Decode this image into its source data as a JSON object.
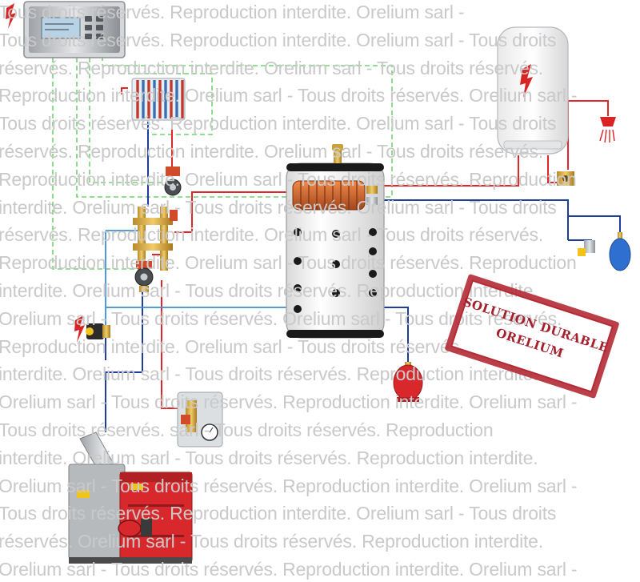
{
  "watermark": {
    "lines": [
      "          Tous droits réservés. Reproduction interdite.    Orelium sarl -",
      "Tous droits réservés. Reproduction interdite.    Orelium sarl - Tous droits",
      "réservés. Reproduction interdite.    Orelium sarl - Tous droits réservés.",
      "Reproduction interdite.    Orelium sarl - Tous droits réservés.  Orelium sarl -",
      "Tous droits réservés. Reproduction interdite.    Orelium sarl - Tous droits",
      "réservés. Reproduction interdite.    Orelium sarl - Tous droits réservés.",
      "Reproduction interdite.    Orelium sarl - Tous droits réservés. Reproduction",
      "interdite.    Orelium sarl - Tous droits réservés. Orelium sarl - Tous droits",
      "réservés. Reproduction interdite.    Orelium sarl - Tous droits réservés.",
      "Reproduction interdite.    Orelium sarl - Tous droits réservés. Reproduction",
      "interdite.    Orelium sarl - Tous droits réservés. Reproduction interdite.",
      "Orelium sarl - Tous droits réservés. Orelium sarl - Tous droits réservés.",
      "Reproduction interdite.    Orelium sarl - Tous droits réservés.",
      "interdite.    Orelium sarl - Tous droits réservés. Reproduction interdite.",
      "Orelium sarl - Tous droits réservés. Reproduction interdite.    Orelium sarl -",
      "Tous droits réservés.          sarl - Tous droits réservés. Reproduction",
      "interdite.    Orelium sarl - Tous droits réservés. Reproduction interdite.",
      "Orelium sarl - Tous droits réservés. Reproduction interdite.    Orelium sarl -",
      "Tous droits réservés. Reproduction interdite.    Orelium sarl - Tous droits",
      "réservés.    Orelium sarl - Tous droits réservés. Reproduction interdite.",
      "Orelium sarl - Tous droits réservés. Reproduction interdite.    Orelium sarl -"
    ],
    "color": "#c9c9c9"
  },
  "stamp": {
    "line1": "SOLUTION DURABLE",
    "line2": "ORELIUM",
    "color": "#b32a35"
  },
  "colors": {
    "hot_pipe": "#e3262b",
    "cold_pipe": "#1f3d9c",
    "mid_pipe": "#3b8fd6",
    "control_wire": "#6fd46f",
    "tank_body": "#f2f2f2",
    "boiler_red": "#d8282c",
    "boiler_grey": "#a7a9ad",
    "warning": "#d92424"
  },
  "icons": [
    "electric-warning-icon",
    "thermostat-controller",
    "radiator",
    "circulator-pump",
    "hydraulic-manifold",
    "buffer-tank",
    "electric-water-heater",
    "shower-head-icon",
    "expansion-vessel",
    "safety-group",
    "pellet-boiler",
    "anti-condensation-valve",
    "air-vent"
  ]
}
